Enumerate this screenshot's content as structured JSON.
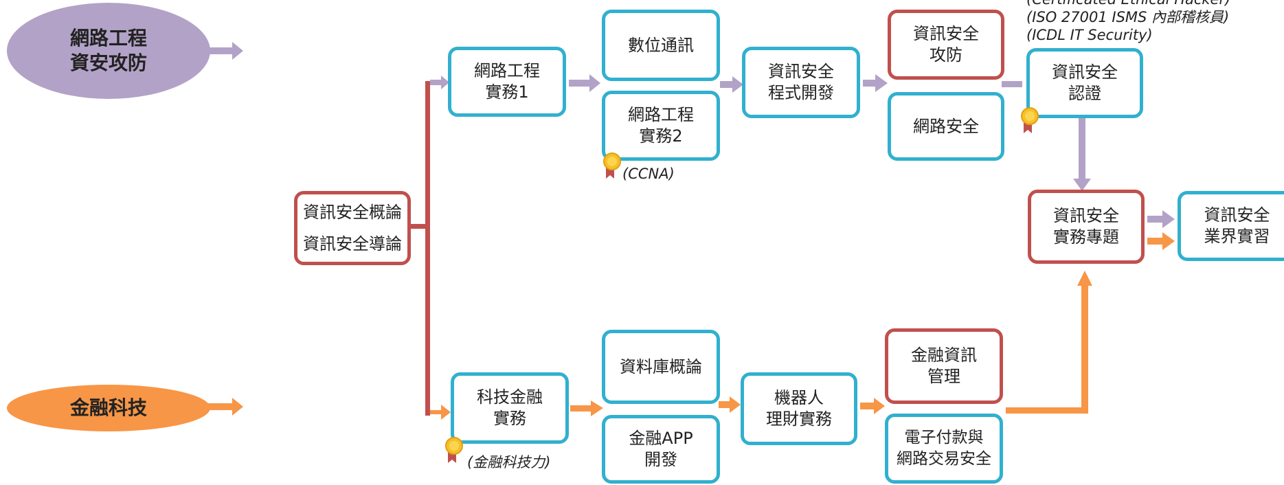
{
  "colors": {
    "purple_track": "#b3a2c7",
    "orange_track": "#f79646",
    "blue_border": "#31b0cf",
    "red_border": "#c0504d",
    "trunk_line": "#c0504d",
    "medal_gold": "#f7c02b",
    "ribbon_red": "#c0504d"
  },
  "tracks": {
    "network": {
      "line1": "網路工程",
      "line2": "資安攻防"
    },
    "fintech": {
      "label": "金融科技"
    }
  },
  "courses": {
    "intro": {
      "line1": "資訊安全概論",
      "line2": "資訊安全導論"
    },
    "net_practice1": {
      "line1": "網路工程",
      "line2": "實務1"
    },
    "digital_comm": {
      "line1": "數位通訊",
      "line2": ""
    },
    "net_practice2": {
      "line1": "網路工程",
      "line2": "實務2"
    },
    "secure_dev": {
      "line1": "資訊安全",
      "line2": "程式開發"
    },
    "attack_defense": {
      "line1": "資訊安全",
      "line2": "攻防"
    },
    "net_security": {
      "line1": "網路安全",
      "line2": ""
    },
    "certification": {
      "line1": "資訊安全",
      "line2": "認證"
    },
    "capstone": {
      "line1": "資訊安全",
      "line2": "實務專題"
    },
    "internship": {
      "line1": "資訊安全",
      "line2": "業界實習"
    },
    "fintech_practice": {
      "line1": "科技金融",
      "line2": "實務"
    },
    "database": {
      "line1": "資料庫概論",
      "line2": ""
    },
    "fin_app": {
      "line1": "金融APP",
      "line2": "開發"
    },
    "robo_advisor": {
      "line1": "機器人",
      "line2": "理財實務"
    },
    "fin_info_mgmt": {
      "line1": "金融資訊",
      "line2": "管理"
    },
    "epayment": {
      "line1": "電子付款與",
      "line2": "網路交易安全"
    }
  },
  "notes": {
    "ccna": "(CCNA)",
    "fintech_cert": "(金融科技力)",
    "cert_line1": "(Certificated Ethical Hacker)",
    "cert_line2": "(ISO 27001 ISMS 內部稽核員)",
    "cert_line3": "(ICDL IT Security)"
  },
  "icons": {
    "arrow": "arrow-right-icon",
    "medal": "award-medal-icon"
  }
}
